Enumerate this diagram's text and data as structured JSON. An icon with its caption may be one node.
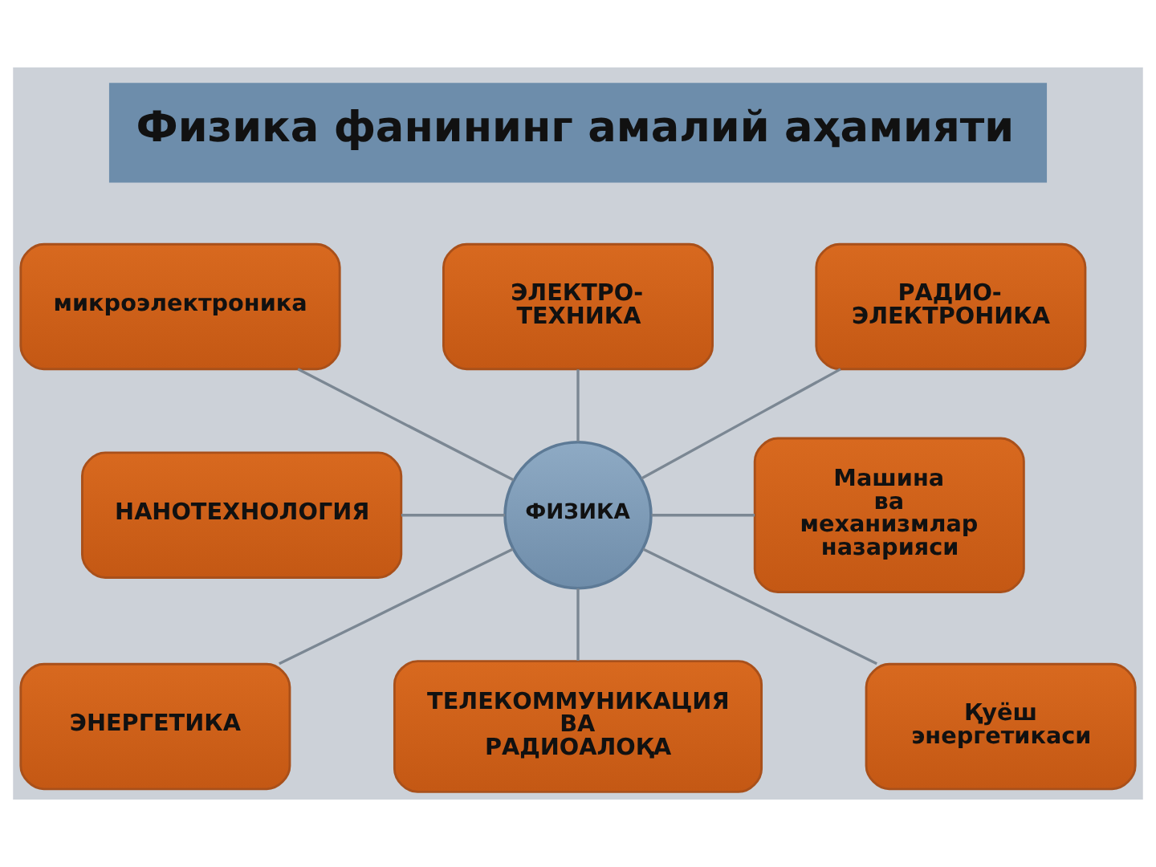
{
  "diagram": {
    "title": "Физика фанининг амалий аҳамияти",
    "nodes": [
      {
        "text": [
          "микроэлектроника"
        ]
      },
      {
        "text": [
          "ЭЛЕКТРО- ТЕХНИКА"
        ]
      },
      {
        "text": [
          "РАДИО- ЭЛЕКТРОНИКА"
        ]
      },
      {
        "text": [
          "НАНОТЕХНОЛОГИЯ"
        ]
      },
      {
        "text": [
          "ФИЗИКА"
        ]
      },
      {
        "text": [
          "Машина ва механизмлар назарияси"
        ]
      },
      {
        "text": [
          "ЭНЕРГЕТИКА"
        ]
      },
      {
        "text": [
          "ТЕЛЕКОММУНИКАЦИЯ ВА РАДИОАЛОҚА"
        ]
      },
      {
        "text": [
          "Қуёш энергетикаси"
        ]
      }
    ],
    "edges": [
      {
        "from": 0,
        "to": 4,
        "arrow": "none"
      },
      {
        "from": 1,
        "to": 4,
        "arrow": "none"
      },
      {
        "from": 2,
        "to": 4,
        "arrow": "none"
      },
      {
        "from": 3,
        "to": 4,
        "arrow": "none"
      },
      {
        "from": 4,
        "to": 5,
        "arrow": "none"
      },
      {
        "from": 4,
        "to": 6,
        "arrow": "none"
      },
      {
        "from": 4,
        "to": 7,
        "arrow": "none"
      },
      {
        "from": 4,
        "to": 8,
        "arrow": "none"
      }
    ]
  }
}
